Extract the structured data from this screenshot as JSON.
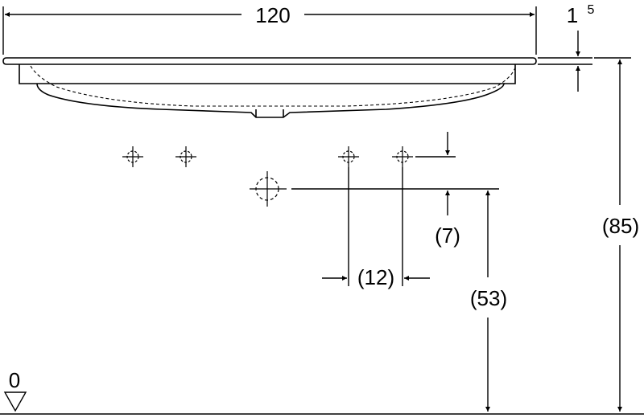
{
  "dimensions": {
    "overall_width": "120",
    "rim_thickness_main": "1",
    "rim_thickness_sup": "5",
    "total_height": "(85)",
    "outlet_height": "(53)",
    "tap_offset_vertical": "(7)",
    "tap_spacing": "(12)",
    "floor_level": "0"
  }
}
